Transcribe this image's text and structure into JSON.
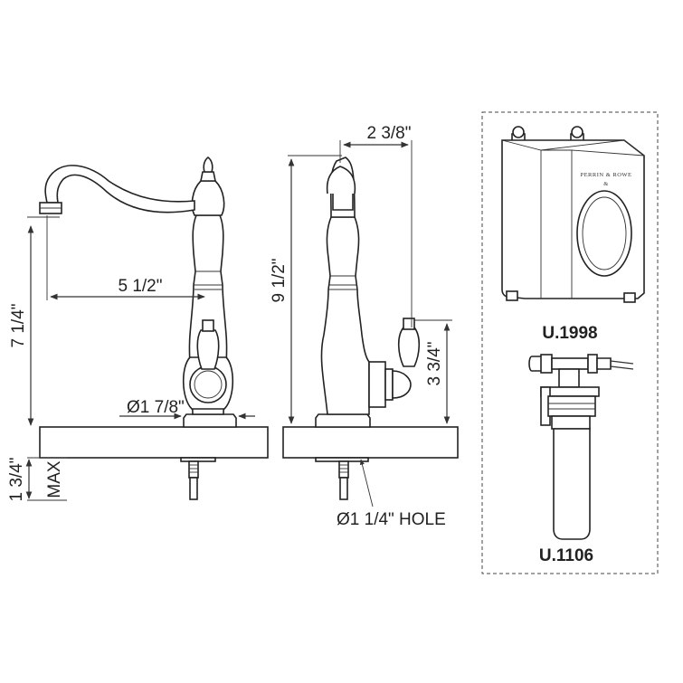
{
  "dimensions": {
    "spout_reach": "5 1/2\"",
    "spout_height": "7 1/4\"",
    "base_diameter": "Ø1 7/8\"",
    "deck_thickness": "1 3/4\"",
    "deck_max": "MAX",
    "overall_height": "9 1/2\"",
    "spout_offset": "2 3/8\"",
    "handle_height": "3 3/4\"",
    "hole_size": "Ø1 1/4\" HOLE"
  },
  "components": {
    "tank_model": "U.1998",
    "tank_brand": "PERRIN & ROWE",
    "filter_model": "U.1106"
  }
}
